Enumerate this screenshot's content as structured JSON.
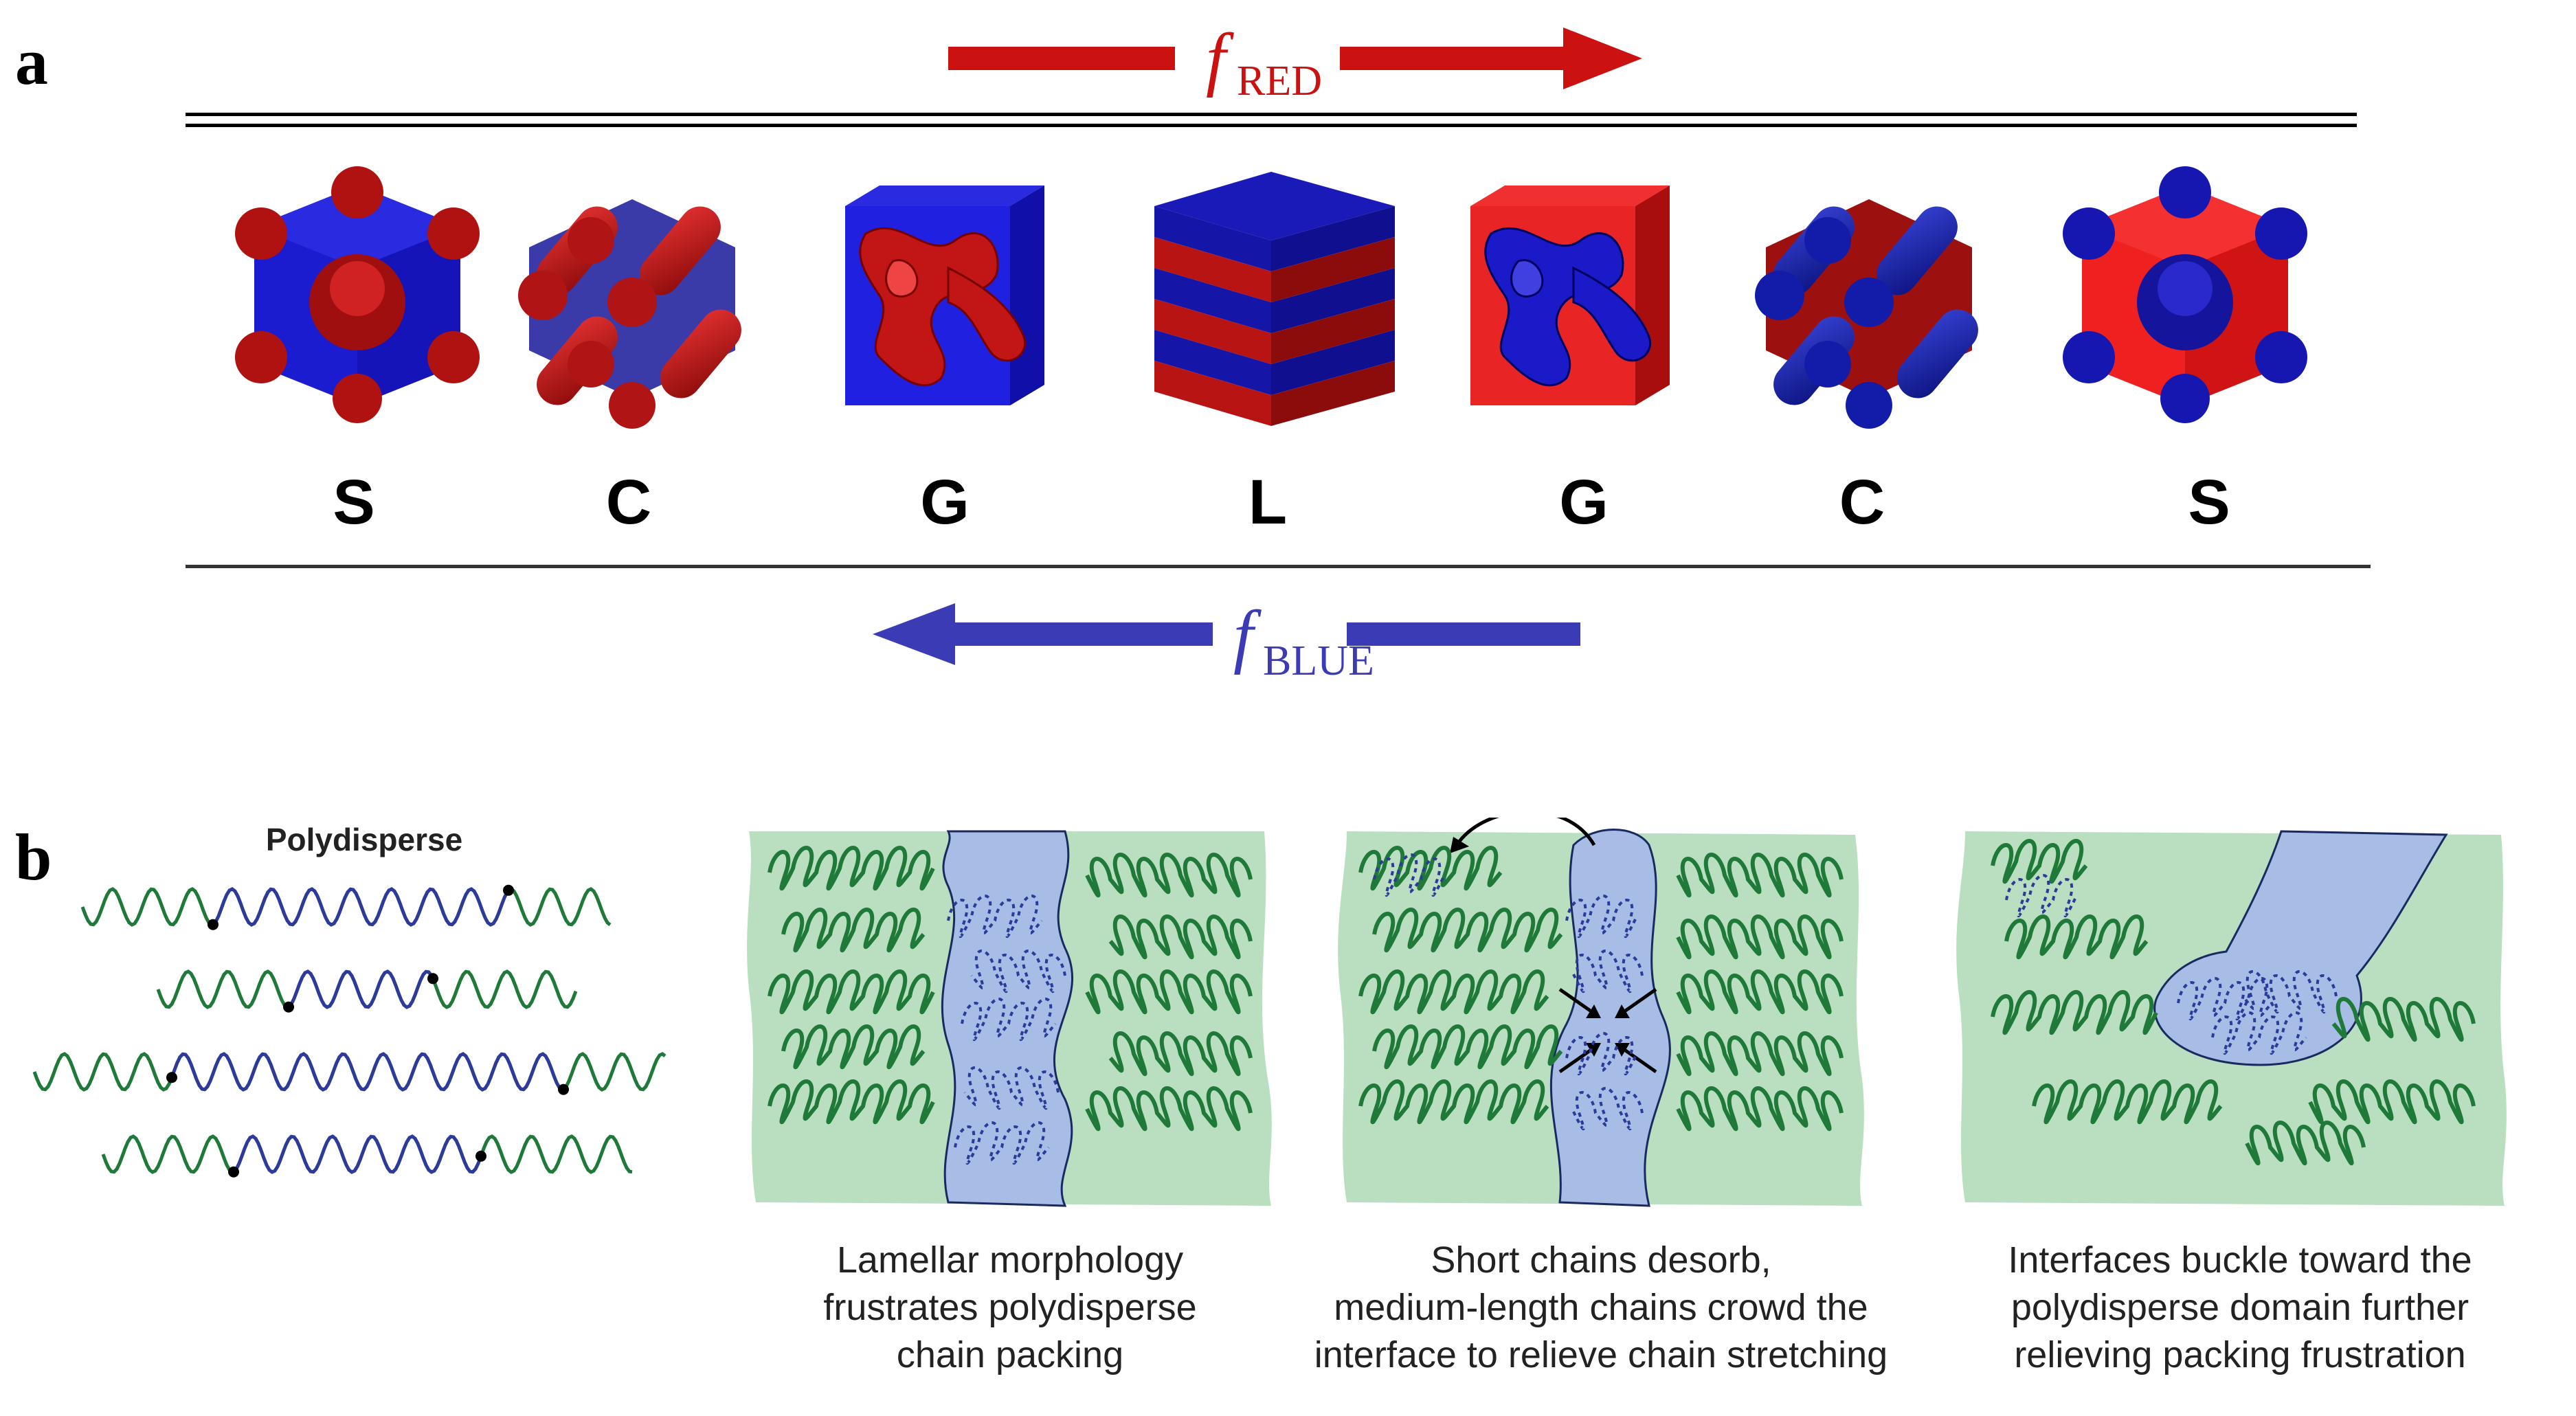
{
  "panel_a": {
    "label": "a",
    "red_arrow": {
      "symbol": "f",
      "subscript": "RED",
      "color": "#cc1111"
    },
    "blue_arrow": {
      "symbol": "f",
      "subscript": "BLUE",
      "color": "#3b3bb5"
    },
    "phases": [
      "S",
      "C",
      "G",
      "L",
      "G",
      "C",
      "S"
    ]
  },
  "panel_b": {
    "label": "b",
    "polydisperse_title": "Polydisperse",
    "captions": [
      [
        "Lamellar morphology",
        "frustrates polydisperse",
        "chain packing"
      ],
      [
        "Short chains desorb,",
        "medium-length chains crowd the",
        "interface to relieve chain stretching"
      ],
      [
        "Interfaces buckle toward the",
        "polydisperse domain further",
        "relieving packing frustration"
      ]
    ]
  },
  "colors": {
    "red": "#c4101a",
    "blue": "#1c25c8",
    "green_fill": "#b9dfc0",
    "blue_fill": "#a7bde6",
    "chain_green": "#1f7a3a",
    "chain_blue": "#2c3a9a"
  }
}
